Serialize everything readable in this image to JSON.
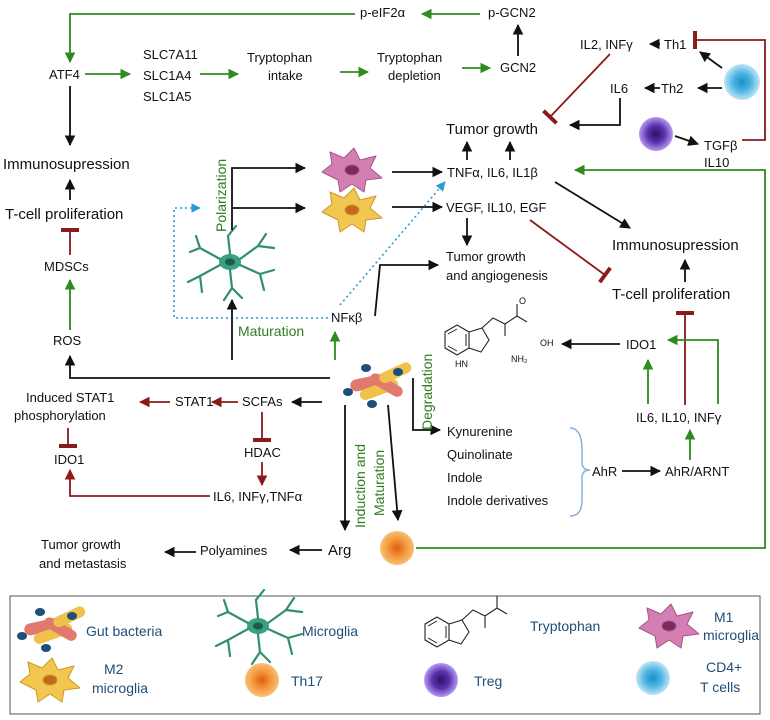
{
  "nodes": {
    "p_eif2a": "p-eIF2α",
    "p_gcn2": "p-GCN2",
    "gcn2": "GCN2",
    "atf4": "ATF4",
    "slc7a11": "SLC7A11",
    "slc1a4": "SLC1A4",
    "slc1a5": "SLC1A5",
    "trp_intake_1": "Tryptophan",
    "trp_intake_2": "intake",
    "trp_depl_1": "Tryptophan",
    "trp_depl_2": "depletion",
    "il2_infg": "IL2, INFγ",
    "th1": "Th1",
    "il6_top": "IL6",
    "th2": "Th2",
    "tumor_growth": "Tumor growth",
    "tgfb": "TGFβ",
    "il10_treg": "IL10",
    "immunosup_left": "Immunosupression",
    "tcell_prolif_left": "T-cell proliferation",
    "mdscs": "MDSCs",
    "ros": "ROS",
    "polarization": "Polarization",
    "maturation": "Maturation",
    "nfkb": "NFκβ",
    "tnfa_group": "TNFα, IL6,  IL1β",
    "vegf_group": "VEGF, IL10, EGF",
    "tumor_angio_1": "Tumor growth",
    "tumor_angio_2": "and angiogenesis",
    "immunosup_right": "Immunosupression",
    "tcell_prolif_right": "T-cell proliferation",
    "ido1_right": "IDO1",
    "il6_il10_infg": "IL6, IL10, INFγ",
    "degradation": "Degradation",
    "kynurenine": "Kynurenine",
    "quinolinate": "Quinolinate",
    "indole": "Indole",
    "indole_deriv": "Indole derivatives",
    "ahr": "AhR",
    "ahr_arnt": "AhR/ARNT",
    "induced_stat1_1": "Induced STAT1",
    "induced_stat1_2": "phosphorylation",
    "stat1": "STAT1",
    "scfas": "SCFAs",
    "ido1_left": "IDO1",
    "hdac": "HDAC",
    "il6_infg_tnfa": "IL6, INFγ,TNFα",
    "induction_maturation_1": "Induction and",
    "induction_maturation_2": "Maturation",
    "tumor_meta_1": "Tumor growth",
    "tumor_meta_2": "and metastasis",
    "polyamines": "Polyamines",
    "arg": "Arg",
    "chem_oh": "OH",
    "chem_o": "O",
    "chem_hn": "HN",
    "chem_nh2": "NH₂"
  },
  "legend": {
    "gut_bacteria": "Gut bacteria",
    "microglia": "Microglia",
    "tryptophan": "Tryptophan",
    "m1_1": "M1",
    "m1_2": "microglia",
    "m2_1": "M2",
    "m2_2": "microglia",
    "th17": "Th17",
    "treg": "Treg",
    "cd4_1": "CD4+",
    "cd4_2": "T cells"
  },
  "colors": {
    "activation_arrow": "#2e8b1e",
    "inhibition": "#8b1a1a",
    "arrow": "#111111",
    "dotted": "#2a9bd6",
    "m1": "#d47fb3",
    "m2": "#f0c14b",
    "th17": "#f39a3c",
    "treg": "#7a4fd0",
    "cd4": "#4fb4e3",
    "microglia": "#2f8f6e"
  }
}
